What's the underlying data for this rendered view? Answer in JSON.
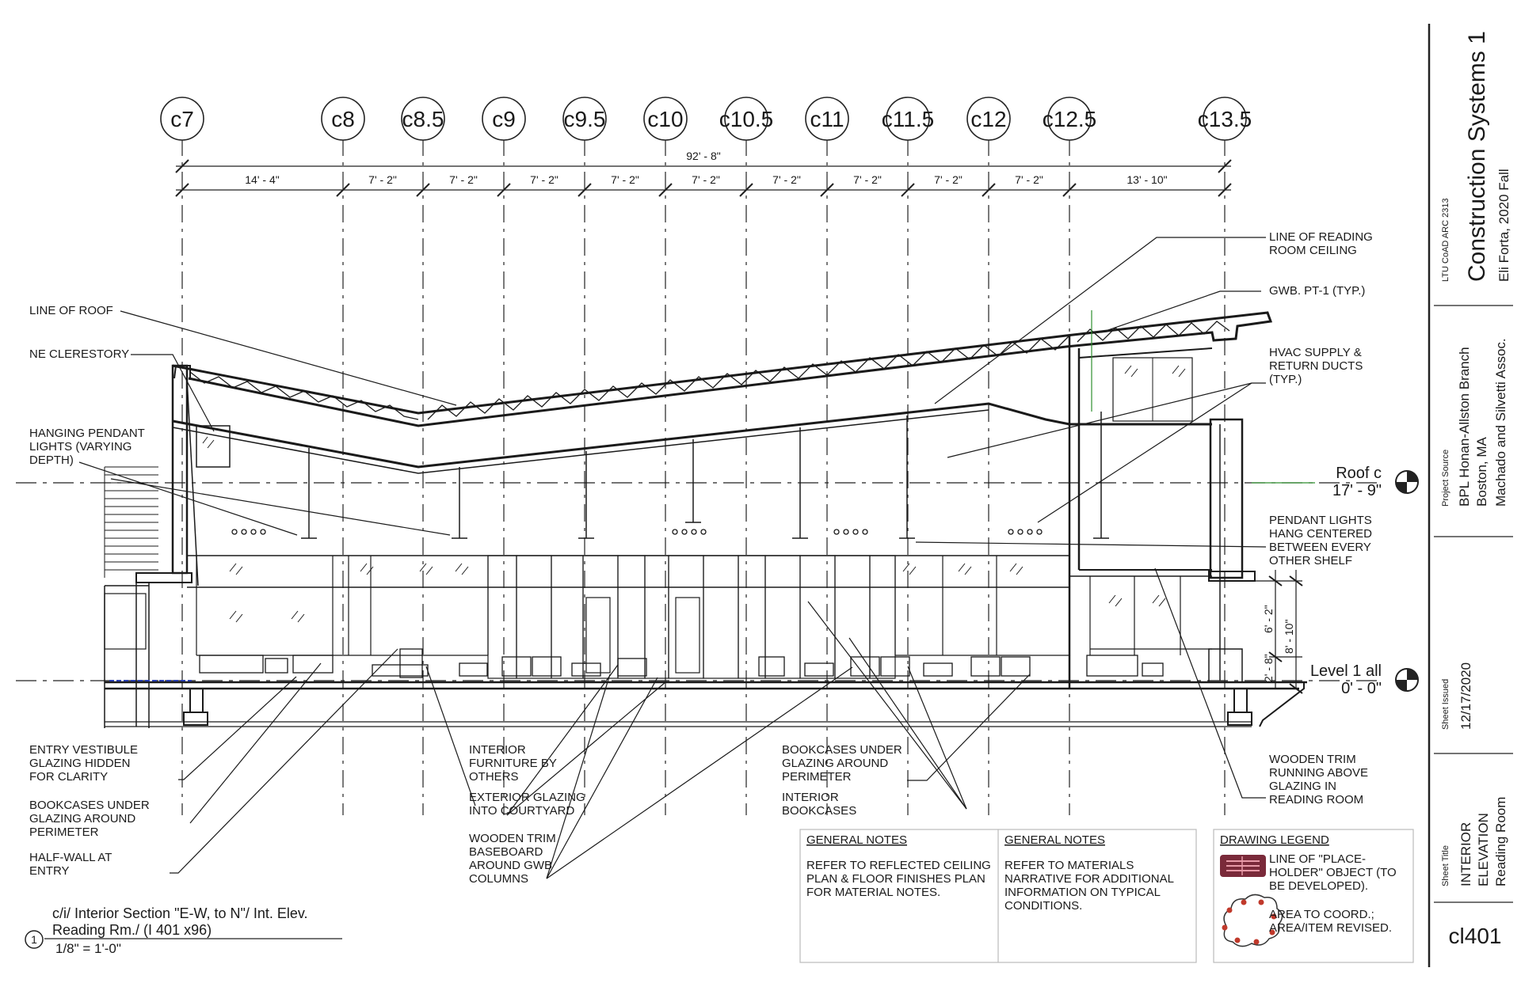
{
  "grid": {
    "lines": [
      "c7",
      "c8",
      "c8.5",
      "c9",
      "c9.5",
      "c10",
      "c10.5",
      "c11",
      "c11.5",
      "c12",
      "c12.5",
      "c13.5"
    ],
    "overall_dimension": "92' - 8\"",
    "segment_dimensions": [
      "14' - 4\"",
      "7' - 2\"",
      "7' - 2\"",
      "7' - 2\"",
      "7' - 2\"",
      "7' - 2\"",
      "7' - 2\"",
      "7' - 2\"",
      "7' - 2\"",
      "7' - 2\"",
      "13' - 10\""
    ]
  },
  "levels": {
    "roof": {
      "name": "Roof c",
      "elevation": "17' - 9\""
    },
    "level1": {
      "name": "Level 1 all",
      "elevation": "0' - 0\""
    }
  },
  "vertical_dims": [
    "6' - 2\"",
    "8' - 10\"",
    "2' - 8\""
  ],
  "annotations_left": [
    "LINE OF ROOF",
    "NE CLERESTORY",
    "HANGING PENDANT",
    "LIGHTS (VARYING",
    "DEPTH)"
  ],
  "annotations_right": {
    "ceiling": [
      "LINE OF READING",
      "ROOM CEILING"
    ],
    "gwb": "GWB. PT-1 (TYP.)",
    "hvac": [
      "HVAC SUPPLY &",
      "RETURN DUCTS",
      "(TYP.)"
    ],
    "pendant": [
      "PENDANT LIGHTS",
      "HANG CENTERED",
      "BETWEEN EVERY",
      "OTHER SHELF"
    ],
    "trim": [
      "WOODEN TRIM",
      "RUNNING ABOVE",
      "GLAZING IN",
      "READING ROOM"
    ]
  },
  "annotations_bottom": {
    "vestibule": [
      "ENTRY VESTIBULE",
      "GLAZING HIDDEN",
      "FOR CLARITY"
    ],
    "bookcases_left": [
      "BOOKCASES UNDER",
      "GLAZING AROUND",
      "PERIMETER"
    ],
    "halfwall": [
      "HALF-WALL AT",
      "ENTRY"
    ],
    "furniture": [
      "INTERIOR",
      "FURNITURE BY",
      "OTHERS"
    ],
    "ext_glazing": [
      "EXTERIOR GLAZING",
      "INTO COURTYARD"
    ],
    "wood_trim": [
      "WOODEN TRIM",
      "BASEBOARD",
      "AROUND GWB",
      "COLUMNS"
    ],
    "bookcases_mid": [
      "BOOKCASES UNDER",
      "GLAZING AROUND",
      "PERIMETER"
    ],
    "int_bookcases": [
      "INTERIOR",
      "BOOKCASES"
    ]
  },
  "notes": {
    "general_notes_1": {
      "heading": "GENERAL NOTES",
      "lines": [
        "REFER TO REFLECTED CEILING",
        "PLAN & FLOOR FINISHES PLAN",
        "FOR MATERIAL NOTES."
      ]
    },
    "general_notes_2": {
      "heading": "GENERAL NOTES",
      "lines": [
        "REFER TO MATERIALS",
        "NARRATIVE FOR ADDITIONAL",
        "INFORMATION ON TYPICAL",
        "CONDITIONS."
      ]
    },
    "legend": {
      "heading": "DRAWING LEGEND",
      "item1": [
        "LINE OF \"PLACE-",
        "HOLDER\" OBJECT (TO",
        "BE DEVELOPED)."
      ],
      "item2": [
        "AREA TO COORD.;",
        "AREA/ITEM REVISED."
      ]
    }
  },
  "view_title": {
    "number": "1",
    "line1": "c/i/  Interior Section \"E-W, to N\"/ Int. Elev.",
    "line2": "Reading Rm./ (I 401 x96)",
    "scale": "1/8\" = 1'-0\""
  },
  "title_block": {
    "course": "LTU CoAD ARC 2313",
    "course_title": "Construction Systems 1",
    "author": "Eli Forta, 2020 Fall",
    "project_source_label": "Project Source",
    "project_name": "BPL Honan-Allston Branch",
    "project_city": "Boston, MA",
    "project_architect": "Machado and Silvetti Assoc.",
    "sheet_issued_label": "Sheet Issued",
    "sheet_issued": "12/17/2020",
    "sheet_title_label": "Sheet Title",
    "sheet_title": [
      "INTERIOR",
      "ELEVATION",
      "Reading Room"
    ],
    "sheet_number": "cl401"
  },
  "colors": {
    "ink": "#1a1a1a",
    "legend_red": "#c0392b",
    "legend_maroon": "#7a2a3a",
    "accent_green": "#2f8f2f",
    "accent_blue": "#2a3fb0"
  }
}
